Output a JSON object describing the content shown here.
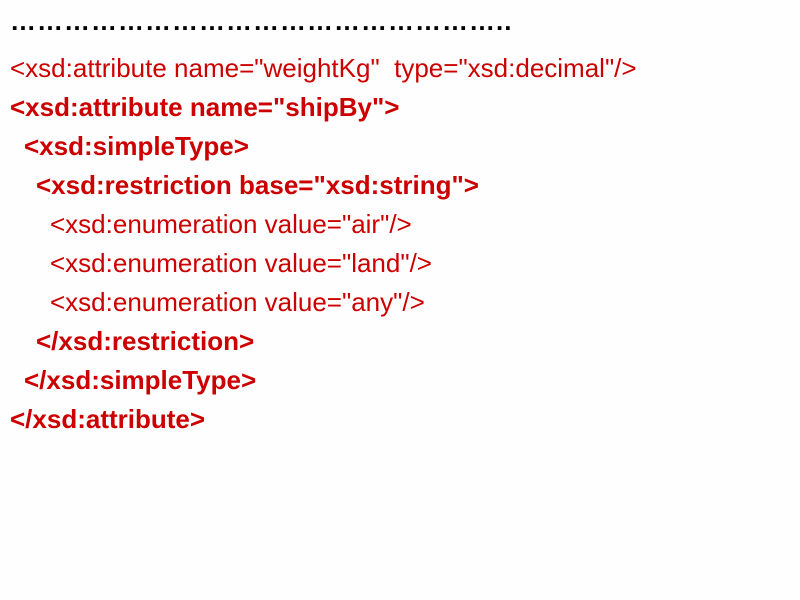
{
  "dots": "………………………………………………..",
  "text_color": "#cc0000",
  "lines": [
    {
      "text": "<xsd:attribute name=\"weightKg\"  type=\"xsd:decimal\"/>",
      "bold": false
    },
    {
      "text": "<xsd:attribute name=\"shipBy\">",
      "bold": true
    },
    {
      "text": "<xsd:simpleType>",
      "bold": true
    },
    {
      "text": "<xsd:restriction base=\"xsd:string\">",
      "bold": true
    },
    {
      "text": "<xsd:enumeration value=\"air\"/>",
      "bold": false
    },
    {
      "text": "<xsd:enumeration value=\"land\"/>",
      "bold": false
    },
    {
      "text": "<xsd:enumeration value=\"any\"/>",
      "bold": false
    },
    {
      "text": "</xsd:restriction>",
      "bold": true
    },
    {
      "text": "</xsd:simpleType>",
      "bold": true
    },
    {
      "text": "</xsd:attribute>",
      "bold": true
    }
  ]
}
